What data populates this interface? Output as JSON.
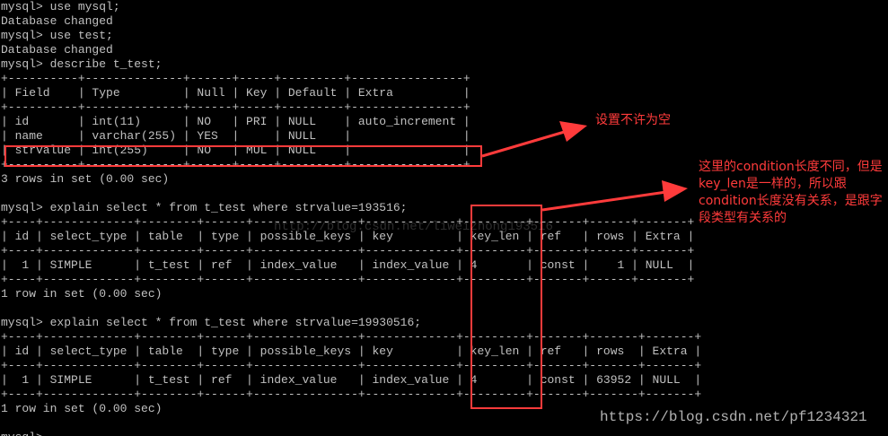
{
  "console": {
    "lines": [
      "mysql> use mysql;",
      "Database changed",
      "mysql> use test;",
      "Database changed",
      "mysql> describe t_test;",
      "+----------+--------------+------+-----+---------+----------------+",
      "| Field    | Type         | Null | Key | Default | Extra          |",
      "+----------+--------------+------+-----+---------+----------------+",
      "| id       | int(11)      | NO   | PRI | NULL    | auto_increment |",
      "| name     | varchar(255) | YES  |     | NULL    |                |",
      "| strvalue | int(255)     | NO   | MUL | NULL    |                |",
      "+----------+--------------+------+-----+---------+----------------+",
      "3 rows in set (0.00 sec)",
      "",
      "mysql> explain select * from t_test where strvalue=193516;",
      "+----+-------------+--------+------+---------------+-------------+---------+-------+------+-------+",
      "| id | select_type | table  | type | possible_keys | key         | key_len | ref   | rows | Extra |",
      "+----+-------------+--------+------+---------------+-------------+---------+-------+------+-------+",
      "|  1 | SIMPLE      | t_test | ref  | index_value   | index_value | 4       | const |    1 | NULL  |",
      "+----+-------------+--------+------+---------------+-------------+---------+-------+------+-------+",
      "1 row in set (0.00 sec)",
      "",
      "mysql> explain select * from t_test where strvalue=19930516;",
      "+----+-------------+--------+------+---------------+-------------+---------+-------+-------+-------+",
      "| id | select_type | table  | type | possible_keys | key         | key_len | ref   | rows  | Extra |",
      "+----+-------------+--------+------+---------------+-------------+---------+-------+-------+-------+",
      "|  1 | SIMPLE      | t_test | ref  | index_value   | index_value | 4       | const | 63952 | NULL  |",
      "+----+-------------+--------+------+---------------+-------------+---------+-------+-------+-------+",
      "1 row in set (0.00 sec)",
      "",
      "mysql>"
    ]
  },
  "annotations": {
    "not_null_note": "设置不许为空",
    "key_len_note": "这里的condition长度不同，但是key_len是一样的，所以跟condition长度没有关系，是跟字段类型有关系的"
  },
  "watermarks": {
    "center": "http://blog.csdn.net/liweizhong193516",
    "corner": "https://blog.csdn.net/pf1234321"
  },
  "colors": {
    "terminal_background": "#000000",
    "terminal_text": "#c0c0c0",
    "annotation_red": "#ff3b3b"
  }
}
